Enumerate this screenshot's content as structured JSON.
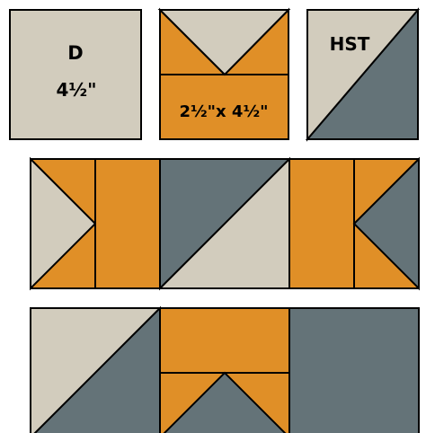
{
  "labels": {
    "block_d_letter": "D",
    "block_d_size": "4½\"",
    "flying_geese_size": "2½\"x 4½\"",
    "hst": "HST"
  },
  "colors": {
    "cream": "#d2ccbd",
    "orange": "#e08f27",
    "slate": "#647378",
    "outline": "#000000"
  }
}
